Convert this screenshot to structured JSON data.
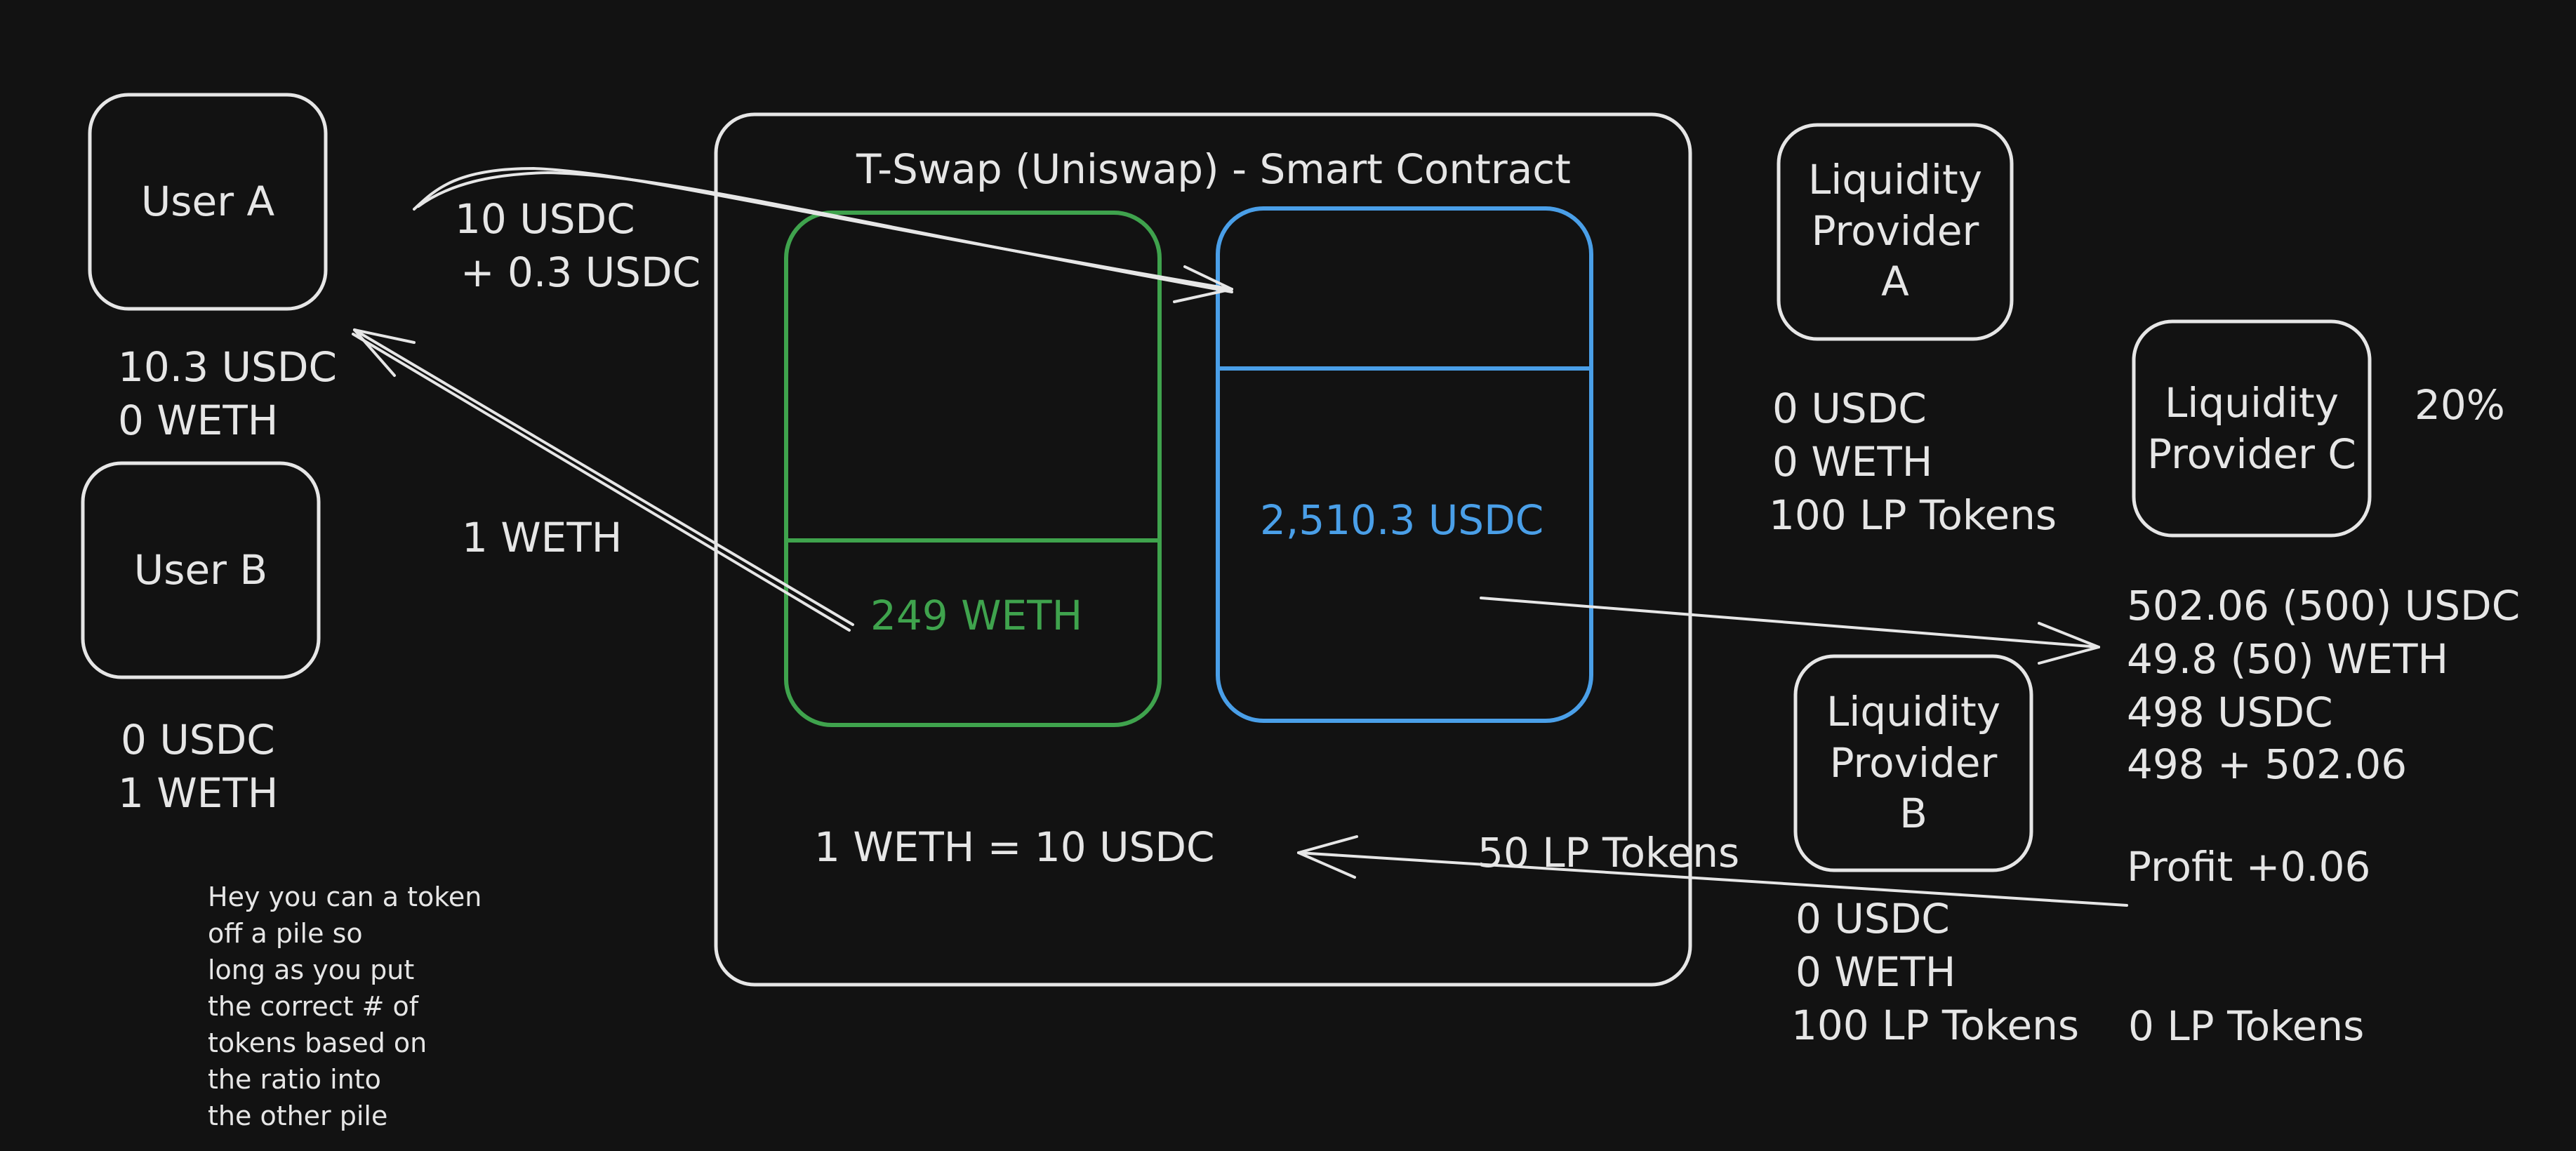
{
  "colors": {
    "background": "#121212",
    "stroke": "#e6e6e6",
    "weth_pool": "#3fa34d",
    "usdc_pool": "#4a9fe8"
  },
  "users": {
    "a": {
      "label": "User A",
      "usdc": "10.3 USDC",
      "weth": "0 WETH"
    },
    "b": {
      "label": "User B",
      "usdc": "0 USDC",
      "weth": "1 WETH"
    }
  },
  "contract": {
    "title": "T-Swap (Uniswap) - Smart Contract",
    "weth_pool_label": "249 WETH",
    "usdc_pool_label": "2,510.3 USDC",
    "rate": "1 WETH = 10 USDC",
    "lp_tokens": "50 LP Tokens"
  },
  "transfers": {
    "deposit_line1": "10 USDC",
    "deposit_line2": "+ 0.3 USDC",
    "withdraw": "1 WETH"
  },
  "providers": {
    "a": {
      "label": "Liquidity\nProvider\nA",
      "usdc": "0 USDC",
      "weth": "0 WETH",
      "lp": "100 LP Tokens"
    },
    "b": {
      "label": "Liquidity\nProvider\nB",
      "usdc": "0 USDC",
      "weth": "0 WETH",
      "lp": "100 LP Tokens"
    },
    "c": {
      "label": "Liquidity\nProvider C",
      "share": "20%",
      "line1": "502.06 (500) USDC",
      "line2": "49.8 (50) WETH",
      "line3": "498 USDC",
      "line4": "498 + 502.06",
      "profit": "Profit +0.06",
      "lp": "0 LP Tokens"
    }
  },
  "note": "Hey you can a token\noff a pile so\nlong as you put\nthe correct # of\ntokens based on\nthe ratio into\nthe other pile"
}
